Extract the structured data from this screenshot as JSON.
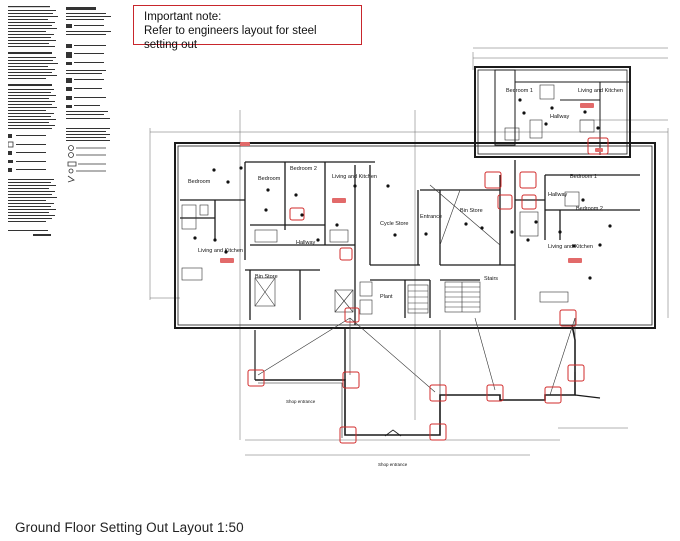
{
  "note": {
    "line1": "Important note:",
    "line2": "Refer to engineers layout for steel setting out"
  },
  "title": "Ground Floor Setting Out  Layout 1:50",
  "rooms": {
    "bedroom_a": "Bedroom",
    "bedroom_b": "Bedroom",
    "bedroom2_a": "Bedroom 2",
    "living_kitchen_a": "Living and Kitchen",
    "living_kitchen_b": "Living and Kitchen",
    "hallway_a": "Hallway",
    "cycle_store": "Cycle Store",
    "entrance": "Entrance",
    "bin_store_a": "Bin Store",
    "bin_store_b": "Bin Store",
    "plant": "Plant",
    "stairs": "Stairs",
    "bedroom1_b": "Bedroom 1",
    "bedroom1_c": "Bedroom 1",
    "bedroom2_b": "Bedroom 2",
    "hallway_b": "Hallway",
    "hallway_c": "Hallway",
    "living_kitchen_c": "Living and Kitchen",
    "living_kitchen_d": "Living and Kitchen",
    "shop_entrance_a": "Shop entrance",
    "shop_entrance_b": "Shop entrance"
  }
}
